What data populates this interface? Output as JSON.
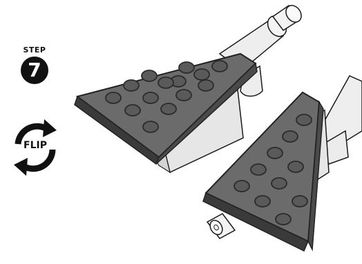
{
  "step": {
    "label": "STEP",
    "number": "7"
  },
  "flip": {
    "label": "FLIP",
    "icon": "flip-arrows-icon"
  },
  "colors": {
    "plate": "#6b6b6b",
    "plate_edge": "#2b2b2b",
    "stud_dark": "#555555",
    "brick": "#e9e9e9",
    "outline": "#1a1a1a",
    "text": "#111111"
  }
}
